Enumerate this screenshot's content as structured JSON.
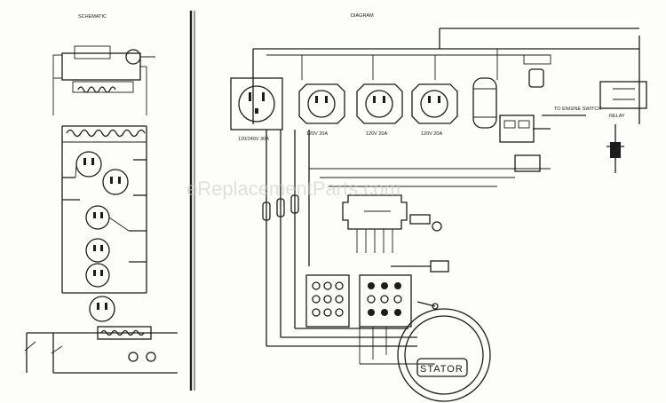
{
  "headings": {
    "schematic": "SCHEMATIC",
    "diagram": "DIAGRAM"
  },
  "watermark": "eReplacementParts.com",
  "labels": {
    "stator": "STATOR",
    "receptacle_120_240_30a": "120/240V 30A",
    "receptacle_120v_20a_a": "120V 20A",
    "receptacle_120v_20a_b": "120V 20A",
    "receptacle_120v_20a_c": "120V 20A",
    "to_engine_switch": "TO ENGINE SWITCH",
    "relay": "RELAY"
  },
  "colors": {
    "ink": "#1c1c1c",
    "paper": "#fdfdfb"
  }
}
